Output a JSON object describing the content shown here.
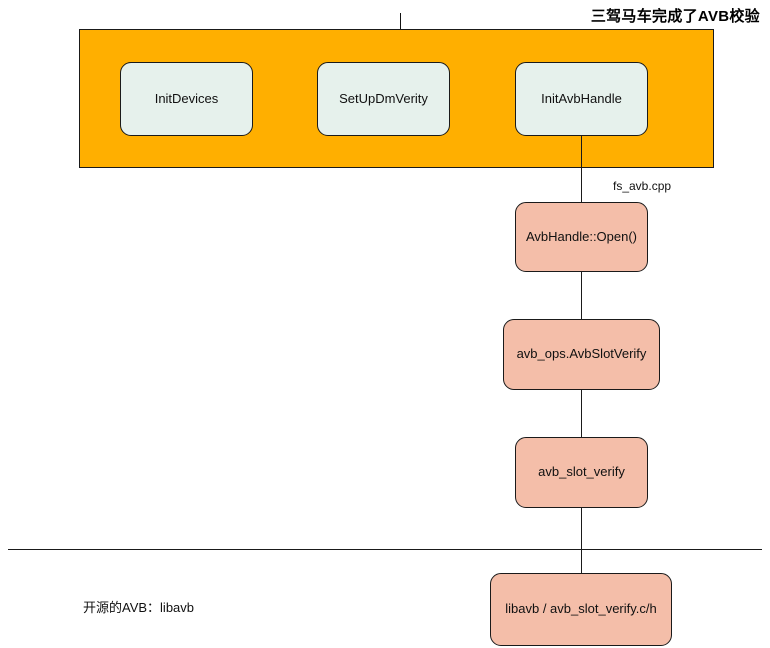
{
  "diagram": {
    "title": "三驾马车完成了AVB校验",
    "background_color": "#ffffff",
    "band": {
      "name": "fs_avb-band",
      "fill_color": "#ffaf00",
      "border_color": "#1a1a1a",
      "nodes": [
        {
          "id": "init-devices",
          "label": "InitDevices",
          "fill_color": "#e6f1ec"
        },
        {
          "id": "setup-dm-verity",
          "label": "SetUpDmVerity",
          "fill_color": "#e6f1ec"
        },
        {
          "id": "init-avb-handle",
          "label": "InitAvbHandle",
          "fill_color": "#e6f1ec"
        }
      ]
    },
    "call_chain": {
      "fill_color": "#f4bea9",
      "nodes": [
        {
          "id": "avb-handle-open",
          "label": "AvbHandle::Open()"
        },
        {
          "id": "avb-ops-slot-verify",
          "label": "avb_ops.AvbSlotVerify"
        },
        {
          "id": "avb-slot-verify",
          "label": "avb_slot_verify"
        },
        {
          "id": "libavb-slot-verify",
          "label": "libavb / avb_slot_verify.c/h"
        }
      ]
    },
    "annotations": {
      "source_file": "fs_avb.cpp",
      "open_source_note": "开源的AVB：libavb"
    }
  }
}
